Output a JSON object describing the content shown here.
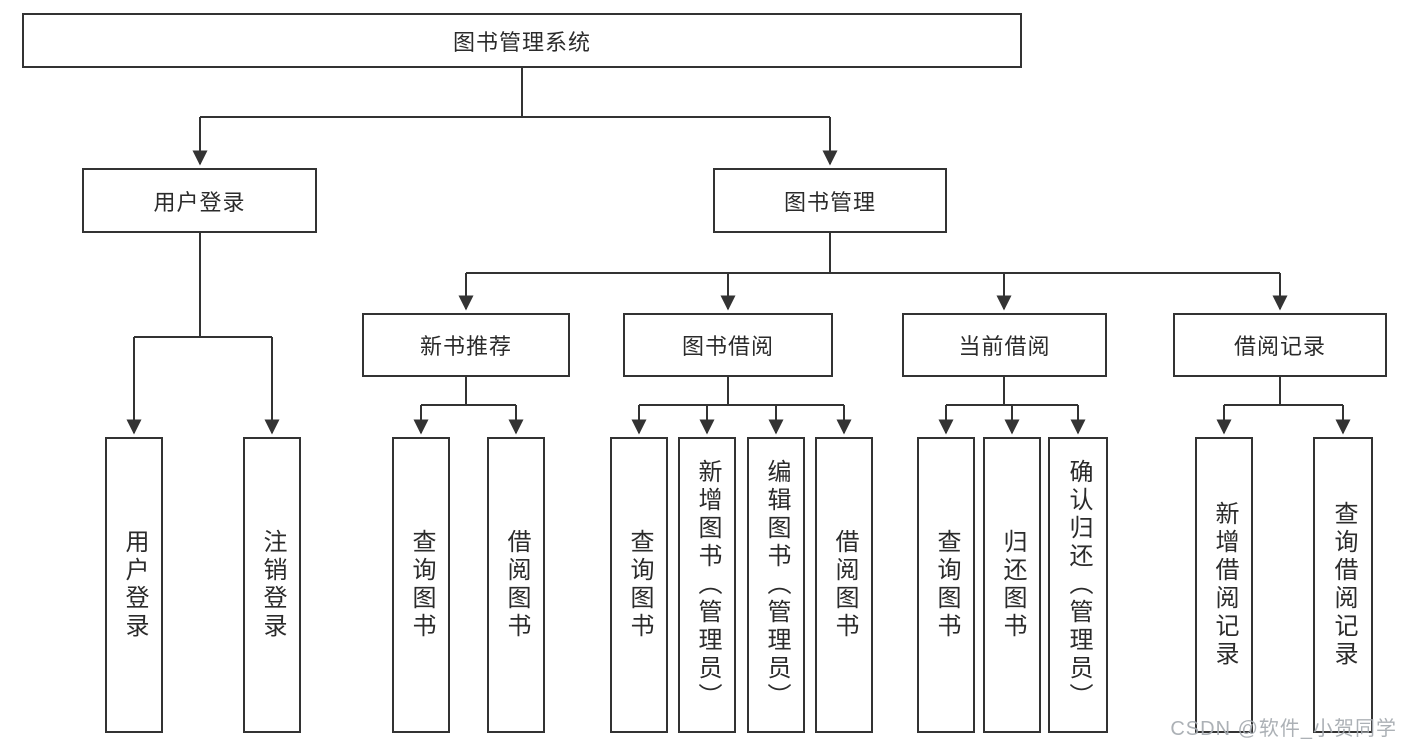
{
  "tree": {
    "root": {
      "label": "图书管理系统",
      "children": [
        {
          "label": "用户登录",
          "children": [
            {
              "label": "用户登录"
            },
            {
              "label": "注销登录"
            }
          ]
        },
        {
          "label": "图书管理",
          "children": [
            {
              "label": "新书推荐",
              "children": [
                {
                  "label": "查询图书"
                },
                {
                  "label": "借阅图书"
                }
              ]
            },
            {
              "label": "图书借阅",
              "children": [
                {
                  "label": "查询图书"
                },
                {
                  "label": "新增图书（管理员）"
                },
                {
                  "label": "编辑图书（管理员）"
                },
                {
                  "label": "借阅图书"
                }
              ]
            },
            {
              "label": "当前借阅",
              "children": [
                {
                  "label": "查询图书"
                },
                {
                  "label": "归还图书"
                },
                {
                  "label": "确认归还（管理员）"
                }
              ]
            },
            {
              "label": "借阅记录",
              "children": [
                {
                  "label": "新增借阅记录"
                },
                {
                  "label": "查询借阅记录"
                }
              ]
            }
          ]
        }
      ]
    }
  },
  "watermark": {
    "text": "CSDN @软件_小贺同学"
  },
  "colors": {
    "line": "#333333",
    "box_border": "#333333",
    "text": "#2b2b2b",
    "watermark": "#a5aab0",
    "background": "#ffffff"
  }
}
